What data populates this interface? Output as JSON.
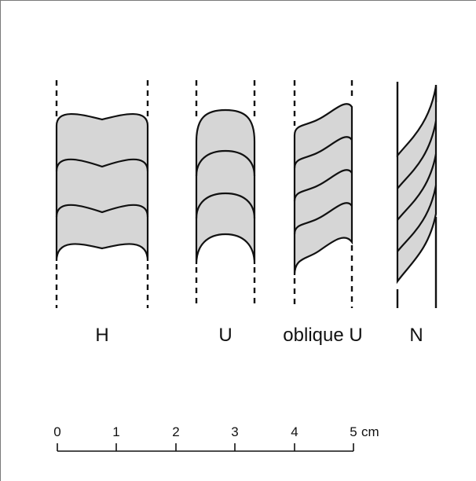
{
  "patterns": [
    {
      "id": "H",
      "label": "H"
    },
    {
      "id": "U",
      "label": "U"
    },
    {
      "id": "oblique-U",
      "label": "oblique U"
    },
    {
      "id": "N",
      "label": "N"
    }
  ],
  "scale": {
    "ticks": [
      "0",
      "1",
      "2",
      "3",
      "4",
      "5"
    ],
    "unit": "cm"
  }
}
